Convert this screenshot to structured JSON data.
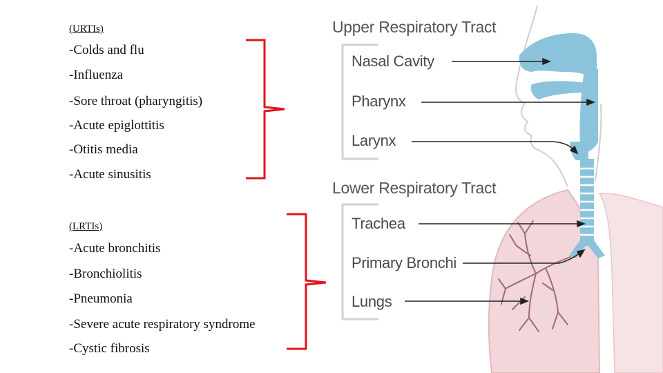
{
  "urti": {
    "heading": "(URTIs)",
    "items": [
      "-Colds and flu",
      "-Influenza",
      "-Sore throat (pharyngitis)",
      "-Acute epiglottitis",
      "-Otitis media",
      "-Acute sinusitis"
    ]
  },
  "lrti": {
    "heading": "(LRTIs)",
    "items": [
      "-Acute bronchitis",
      "-Bronchiolitis",
      "-Pneumonia",
      "-Severe acute respiratory syndrome",
      "-Cystic fibrosis"
    ]
  },
  "diagram": {
    "upper_title": "Upper Respiratory Tract",
    "upper_labels": [
      "Nasal Cavity",
      "Pharynx",
      "Larynx"
    ],
    "lower_title": "Lower Respiratory Tract",
    "lower_labels": [
      "Trachea",
      "Primary Bronchi",
      "Lungs"
    ]
  },
  "colors": {
    "bracket": "#e0141e",
    "airway": "#8cc3dc",
    "lung": "#f2d6d9",
    "bronchi": "#a06a78",
    "label_box": "#d2d2d2"
  }
}
